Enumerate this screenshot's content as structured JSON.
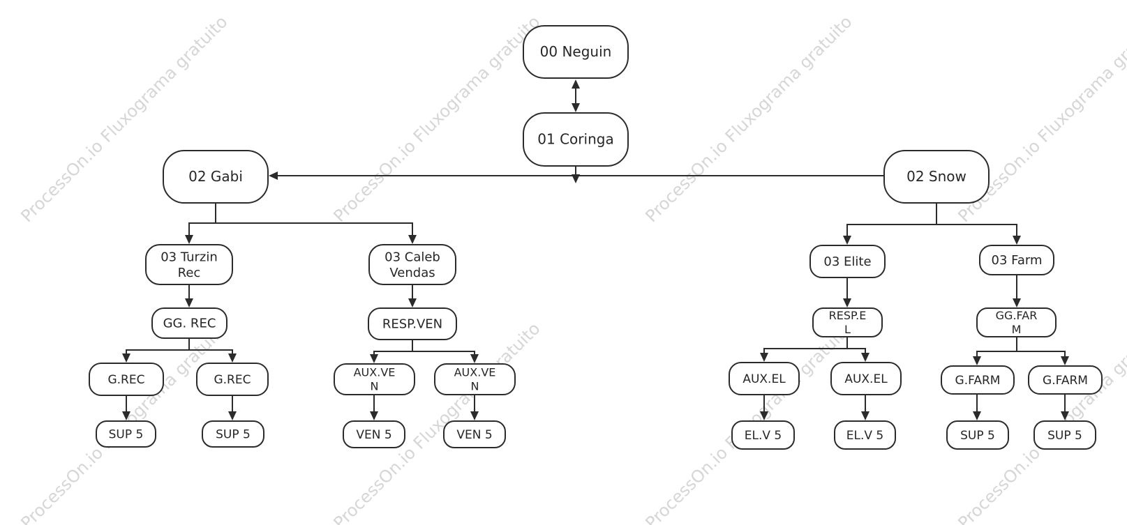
{
  "watermark": "ProcessOn.io Fluxograma gratuito",
  "nodes": {
    "neguin": {
      "lines": [
        "00 Neguin"
      ]
    },
    "coringa": {
      "lines": [
        "01 Coringa"
      ]
    },
    "gabi": {
      "lines": [
        "02 Gabi"
      ]
    },
    "snow": {
      "lines": [
        "02 Snow"
      ]
    },
    "turzin": {
      "lines": [
        "03 Turzin",
        "Rec"
      ]
    },
    "caleb": {
      "lines": [
        "03 Caleb",
        "Vendas"
      ]
    },
    "elite": {
      "lines": [
        "03 Elite"
      ]
    },
    "farm": {
      "lines": [
        "03 Farm"
      ]
    },
    "gg_rec": {
      "lines": [
        "GG. REC"
      ]
    },
    "resp_ven": {
      "lines": [
        "RESP.VEN"
      ]
    },
    "resp_el": {
      "lines": [
        "RESP.E",
        "L"
      ]
    },
    "gg_farm": {
      "lines": [
        "GG.FAR",
        "M"
      ]
    },
    "g_rec_1": {
      "lines": [
        "G.REC"
      ]
    },
    "g_rec_2": {
      "lines": [
        "G.REC"
      ]
    },
    "aux_ven_1": {
      "lines": [
        "AUX.VE",
        "N"
      ]
    },
    "aux_ven_2": {
      "lines": [
        "AUX.VE",
        "N"
      ]
    },
    "aux_el_1": {
      "lines": [
        "AUX.EL"
      ]
    },
    "aux_el_2": {
      "lines": [
        "AUX.EL"
      ]
    },
    "g_farm_1": {
      "lines": [
        "G.FARM"
      ]
    },
    "g_farm_2": {
      "lines": [
        "G.FARM"
      ]
    },
    "sup_rec_1": {
      "lines": [
        "SUP 5"
      ]
    },
    "sup_rec_2": {
      "lines": [
        "SUP 5"
      ]
    },
    "ven_1": {
      "lines": [
        "VEN 5"
      ]
    },
    "ven_2": {
      "lines": [
        "VEN 5"
      ]
    },
    "elv_1": {
      "lines": [
        "EL.V 5"
      ]
    },
    "elv_2": {
      "lines": [
        "EL.V 5"
      ]
    },
    "sup_farm_1": {
      "lines": [
        "SUP 5"
      ]
    },
    "sup_farm_2": {
      "lines": [
        "SUP 5"
      ]
    }
  },
  "edges": [
    {
      "from": "neguin",
      "to": "coringa",
      "bidirectional": true
    },
    {
      "from": "coringa",
      "to": "gabi"
    },
    {
      "from": "coringa",
      "to": "snow"
    },
    {
      "from": "gabi",
      "to": "turzin"
    },
    {
      "from": "gabi",
      "to": "caleb"
    },
    {
      "from": "snow",
      "to": "elite"
    },
    {
      "from": "snow",
      "to": "farm"
    },
    {
      "from": "turzin",
      "to": "gg_rec"
    },
    {
      "from": "caleb",
      "to": "resp_ven"
    },
    {
      "from": "elite",
      "to": "resp_el"
    },
    {
      "from": "farm",
      "to": "gg_farm"
    },
    {
      "from": "gg_rec",
      "to": "g_rec_1"
    },
    {
      "from": "gg_rec",
      "to": "g_rec_2"
    },
    {
      "from": "resp_ven",
      "to": "aux_ven_1"
    },
    {
      "from": "resp_ven",
      "to": "aux_ven_2"
    },
    {
      "from": "resp_el",
      "to": "aux_el_1"
    },
    {
      "from": "resp_el",
      "to": "aux_el_2"
    },
    {
      "from": "gg_farm",
      "to": "g_farm_1"
    },
    {
      "from": "gg_farm",
      "to": "g_farm_2"
    },
    {
      "from": "g_rec_1",
      "to": "sup_rec_1"
    },
    {
      "from": "g_rec_2",
      "to": "sup_rec_2"
    },
    {
      "from": "aux_ven_1",
      "to": "ven_1"
    },
    {
      "from": "aux_ven_2",
      "to": "ven_2"
    },
    {
      "from": "aux_el_1",
      "to": "elv_1"
    },
    {
      "from": "aux_el_2",
      "to": "elv_2"
    },
    {
      "from": "g_farm_1",
      "to": "sup_farm_1"
    },
    {
      "from": "g_farm_2",
      "to": "sup_farm_2"
    }
  ]
}
